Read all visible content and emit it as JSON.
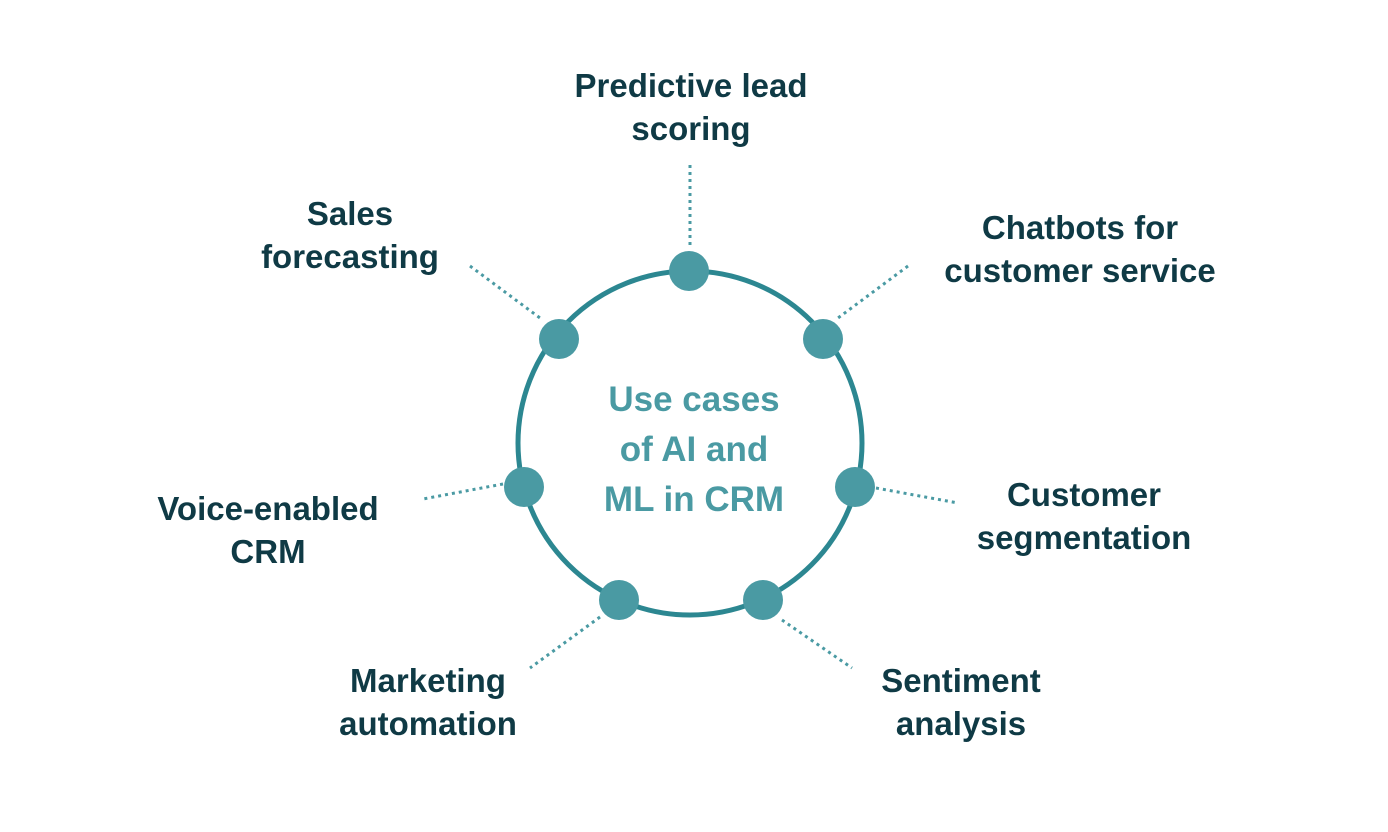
{
  "diagram": {
    "center_title": [
      "Use cases",
      "of AI and",
      "ML in CRM"
    ],
    "nodes": [
      {
        "id": "predictive-lead-scoring",
        "lines": [
          "Predictive lead",
          "scoring"
        ]
      },
      {
        "id": "chatbots-for-customer-service",
        "lines": [
          "Chatbots for",
          "customer service"
        ]
      },
      {
        "id": "customer-segmentation",
        "lines": [
          "Customer",
          "segmentation"
        ]
      },
      {
        "id": "sentiment-analysis",
        "lines": [
          "Sentiment",
          "analysis"
        ]
      },
      {
        "id": "marketing-automation",
        "lines": [
          "Marketing",
          "automation"
        ]
      },
      {
        "id": "voice-enabled-crm",
        "lines": [
          "Voice-enabled",
          "CRM"
        ]
      },
      {
        "id": "sales-forecasting",
        "lines": [
          "Sales",
          "forecasting"
        ]
      }
    ],
    "colors": {
      "ring": "#2c8791",
      "node": "#4a9aa3",
      "connector": "#4a9aa3",
      "label_text": "#0f3a45",
      "center_text": "#4a9aa3"
    }
  }
}
